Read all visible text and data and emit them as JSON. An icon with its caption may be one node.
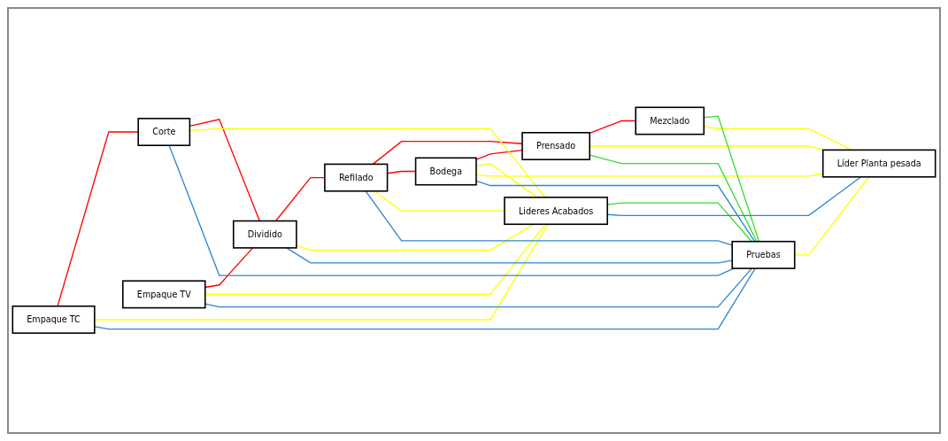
{
  "diagram": {
    "nodes": [
      {
        "text": [
          "Empaque TC"
        ]
      },
      {
        "text": [
          "Corte"
        ]
      },
      {
        "text": [
          "Dividido"
        ]
      },
      {
        "text": [
          "Empaque TV"
        ]
      },
      {
        "text": [
          "Refilado"
        ]
      },
      {
        "text": [
          "Bodega"
        ]
      },
      {
        "text": [
          "Prensado"
        ]
      },
      {
        "text": [
          "Mezclado"
        ]
      },
      {
        "text": [
          "Lideres Acabados"
        ]
      },
      {
        "text": [
          "Pruebas"
        ]
      },
      {
        "text": [
          "Líder Planta pesada"
        ]
      }
    ],
    "edges": [
      {
        "from": 0,
        "to": 1,
        "arrow": "none",
        "color": "#ff0000"
      },
      {
        "from": 1,
        "to": 2,
        "arrow": "none",
        "color": "#ff0000"
      },
      {
        "from": 3,
        "to": 2,
        "arrow": "none",
        "color": "#ff0000"
      },
      {
        "from": 2,
        "to": 4,
        "arrow": "none",
        "color": "#ff0000"
      },
      {
        "from": 4,
        "to": 6,
        "arrow": "none",
        "color": "#ff0000"
      },
      {
        "from": 4,
        "to": 5,
        "arrow": "none",
        "color": "#ff0000"
      },
      {
        "from": 5,
        "to": 6,
        "arrow": "none",
        "color": "#ff0000"
      },
      {
        "from": 6,
        "to": 7,
        "arrow": "none",
        "color": "#ff0000"
      },
      {
        "from": 2,
        "to": 8,
        "arrow": "none",
        "color": "#ffff00"
      },
      {
        "from": 1,
        "to": 8,
        "arrow": "none",
        "color": "#ffff00"
      },
      {
        "from": 3,
        "to": 8,
        "arrow": "none",
        "color": "#ffff00"
      },
      {
        "from": 0,
        "to": 8,
        "arrow": "none",
        "color": "#ffff00"
      },
      {
        "from": 4,
        "to": 8,
        "arrow": "none",
        "color": "#ffff00"
      },
      {
        "from": 5,
        "to": 8,
        "arrow": "none",
        "color": "#ffff00"
      },
      {
        "from": 5,
        "to": 10,
        "arrow": "none",
        "color": "#ffff00"
      },
      {
        "from": 9,
        "to": 10,
        "arrow": "none",
        "color": "#ffff00"
      },
      {
        "from": 6,
        "to": 10,
        "arrow": "none",
        "color": "#ffff00"
      },
      {
        "from": 10,
        "to": 7,
        "arrow": "none",
        "color": "#ffff00"
      },
      {
        "from": 8,
        "to": 9,
        "arrow": "none",
        "color": "#33dd33"
      },
      {
        "from": 6,
        "to": 9,
        "arrow": "none",
        "color": "#33dd33"
      },
      {
        "from": 7,
        "to": 9,
        "arrow": "none",
        "color": "#33dd33"
      },
      {
        "from": 4,
        "to": 9,
        "arrow": "none",
        "color": "#2f86d0"
      },
      {
        "from": 2,
        "to": 9,
        "arrow": "none",
        "color": "#2f86d0"
      },
      {
        "from": 1,
        "to": 9,
        "arrow": "none",
        "color": "#2f86d0"
      },
      {
        "from": 3,
        "to": 9,
        "arrow": "none",
        "color": "#2f86d0"
      },
      {
        "from": 0,
        "to": 9,
        "arrow": "none",
        "color": "#2f86d0"
      },
      {
        "from": 5,
        "to": 9,
        "arrow": "none",
        "color": "#2f86d0"
      },
      {
        "from": 8,
        "to": 10,
        "arrow": "none",
        "color": "#2f86d0"
      }
    ]
  }
}
